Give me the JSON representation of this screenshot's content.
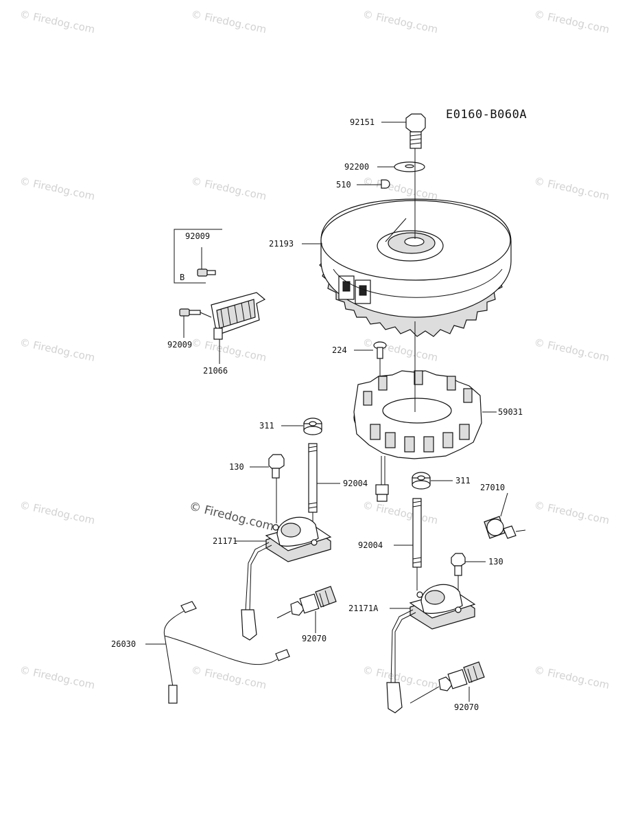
{
  "diagram": {
    "code": "E0160-B060A",
    "watermark_text": "© Firedog.com",
    "watermark_main": "© Firedog.com",
    "box_letter": "B"
  },
  "parts": [
    {
      "id": "p92151",
      "number": "92151"
    },
    {
      "id": "p92200",
      "number": "92200"
    },
    {
      "id": "p510",
      "number": "510"
    },
    {
      "id": "p21193",
      "number": "21193"
    },
    {
      "id": "p92009a",
      "number": "92009"
    },
    {
      "id": "p92009b",
      "number": "92009"
    },
    {
      "id": "p21066",
      "number": "21066"
    },
    {
      "id": "p224",
      "number": "224"
    },
    {
      "id": "p59031",
      "number": "59031"
    },
    {
      "id": "p311a",
      "number": "311"
    },
    {
      "id": "p130a",
      "number": "130"
    },
    {
      "id": "p92004a",
      "number": "92004"
    },
    {
      "id": "p21171",
      "number": "21171"
    },
    {
      "id": "p311b",
      "number": "311"
    },
    {
      "id": "p27010",
      "number": "27010"
    },
    {
      "id": "p92004b",
      "number": "92004"
    },
    {
      "id": "p130b",
      "number": "130"
    },
    {
      "id": "p21171A",
      "number": "21171A"
    },
    {
      "id": "p26030",
      "number": "26030"
    },
    {
      "id": "p92070a",
      "number": "92070"
    },
    {
      "id": "p92070b",
      "number": "92070"
    }
  ]
}
